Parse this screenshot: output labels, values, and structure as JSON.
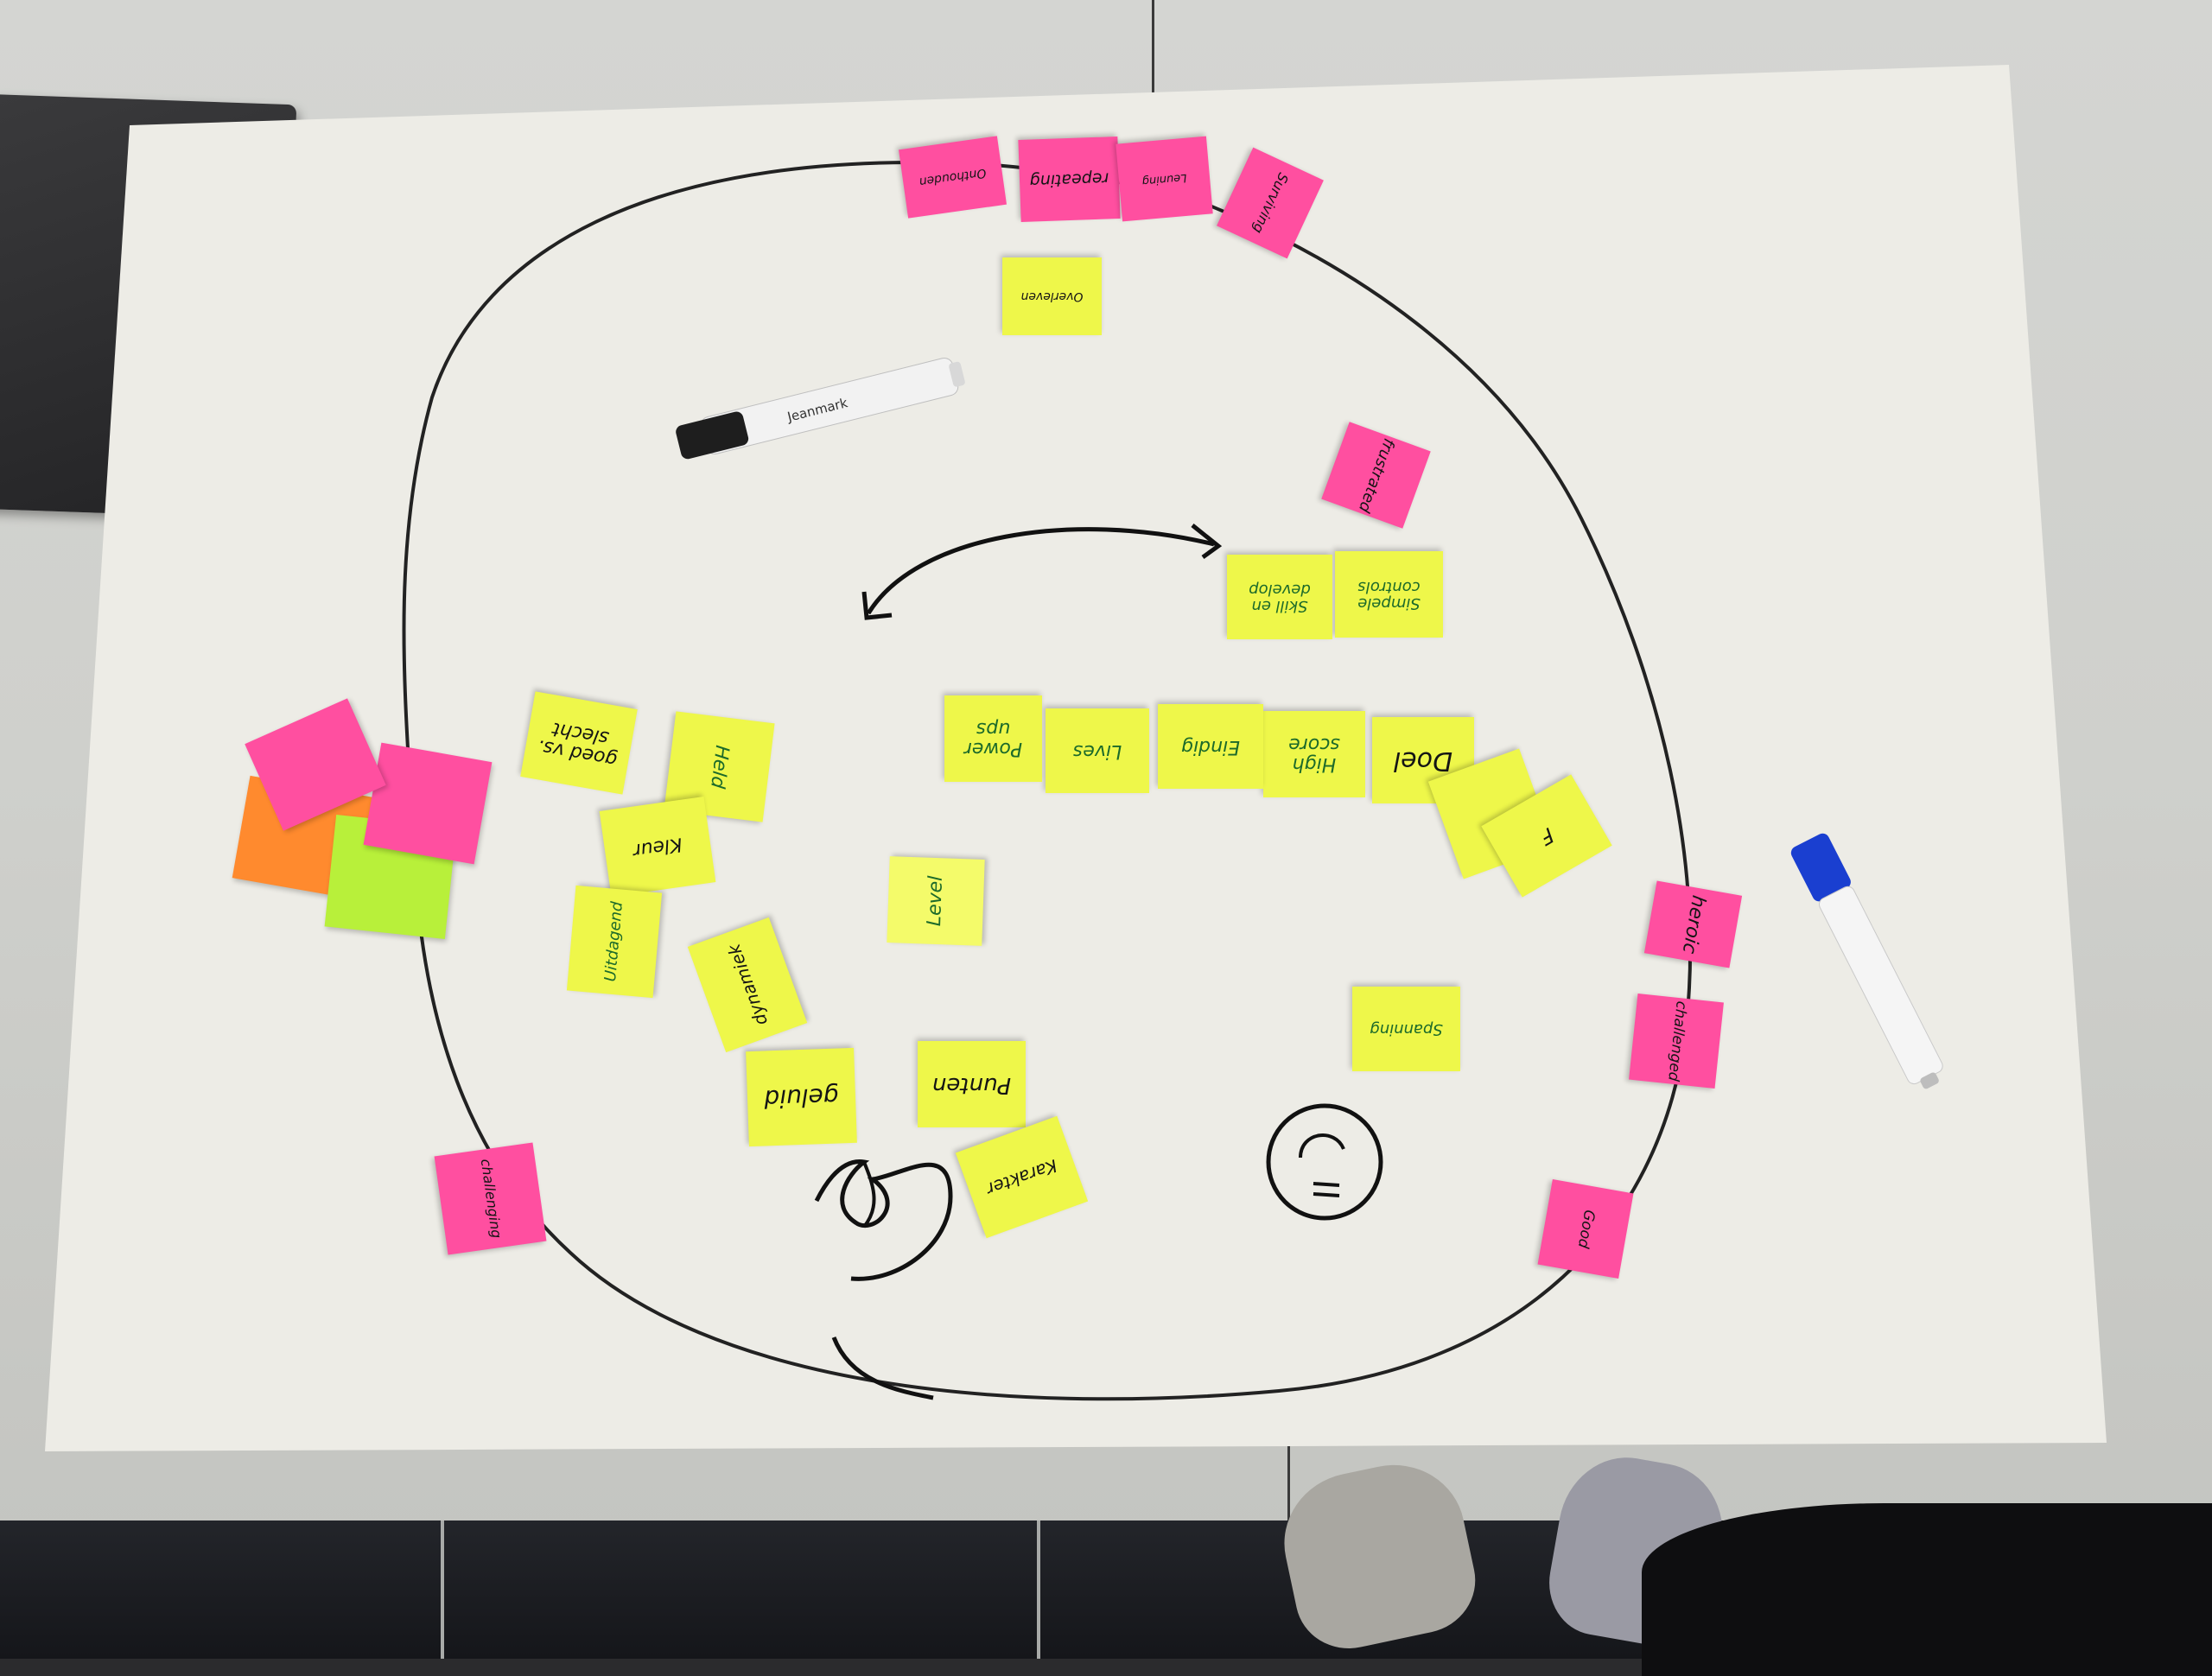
{
  "scene": {
    "colors": {
      "paper": "#edece6",
      "ink": "#1a1a1a",
      "pink_note": "#ff4fa0",
      "yellow_note": "#eef74a",
      "orange_note": "#ff8a2e",
      "green_note": "#b8f03a",
      "blue_marker_cap": "#1a3fd0"
    },
    "rim_notes": [
      {
        "label": "Onthouden"
      },
      {
        "label": "repeating"
      },
      {
        "label": "Leuning"
      },
      {
        "label": "Surviving"
      },
      {
        "label": "frustrated"
      },
      {
        "label": "heroic"
      },
      {
        "label": "challenged"
      },
      {
        "label": "Good"
      },
      {
        "label": "challenging"
      }
    ],
    "inner_notes": [
      {
        "label": "Overleven"
      },
      {
        "label": "Simpele controls"
      },
      {
        "label": "Skill en develop"
      },
      {
        "label": "Doel"
      },
      {
        "label": "High score"
      },
      {
        "label": "Eindig"
      },
      {
        "label": "Lives"
      },
      {
        "label": "Power ups"
      },
      {
        "label": "F"
      },
      {
        "label": "Held"
      },
      {
        "label": "goed vs. slecht"
      },
      {
        "label": "Kleur"
      },
      {
        "label": "Uitdagend"
      },
      {
        "label": "dynamiek"
      },
      {
        "label": "Level"
      },
      {
        "label": "geluid"
      },
      {
        "label": "Punten"
      },
      {
        "label": "Karakter"
      },
      {
        "label": "Spanning"
      }
    ],
    "markers": {
      "black_marker_brand": "Jeanmark",
      "blue_marker_cap": "blue"
    },
    "drawings": [
      "pacman-icon",
      "ghost-face-icon",
      "double-arrow-icon",
      "outer-loop"
    ]
  }
}
